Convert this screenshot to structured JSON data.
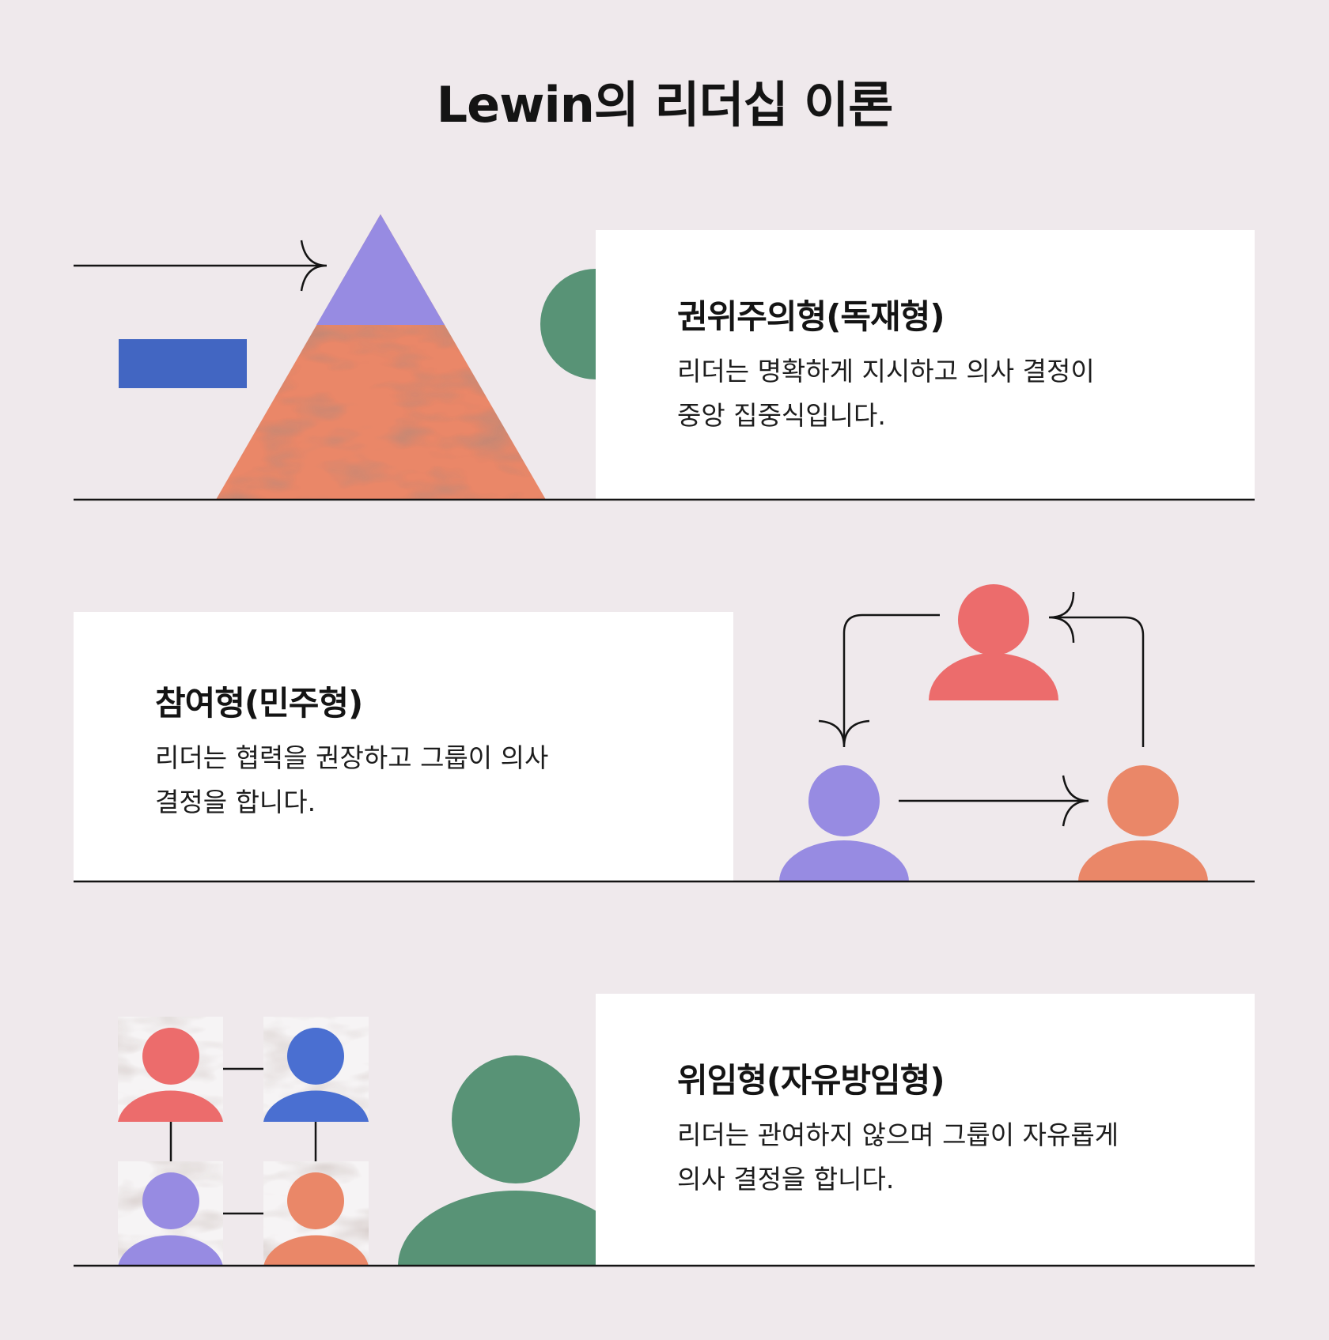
{
  "title": "Lewin의 리더십 이론",
  "styles": [
    {
      "id": "authoritarian",
      "title": "권위주의형(독재형)",
      "description_lines": [
        "리더는 명확하게 지시하고 의사 결정이",
        "중앙 집중식입니다."
      ]
    },
    {
      "id": "participative",
      "title": "참여형(민주형)",
      "description_lines": [
        "리더는 협력을 권장하고 그룹이 의사",
        "결정을 합니다."
      ]
    },
    {
      "id": "delegative",
      "title": "위임형(자유방임형)",
      "description_lines": [
        "리더는 관여하지 않으며 그룹이 자유롭게",
        "의사 결정을 합니다."
      ]
    }
  ],
  "colors": {
    "background": "#efe9ec",
    "card": "#ffffff",
    "line": "#141414",
    "lavender": "#978be2",
    "salmon": "#ea8768",
    "coral": "#ec6c6c",
    "blue": "#4266c2",
    "royal_blue": "#4a6fd1",
    "green": "#589376"
  },
  "icons": [
    "arrow-right-icon",
    "arrow-down-icon",
    "arrow-left-icon",
    "person-icon"
  ]
}
